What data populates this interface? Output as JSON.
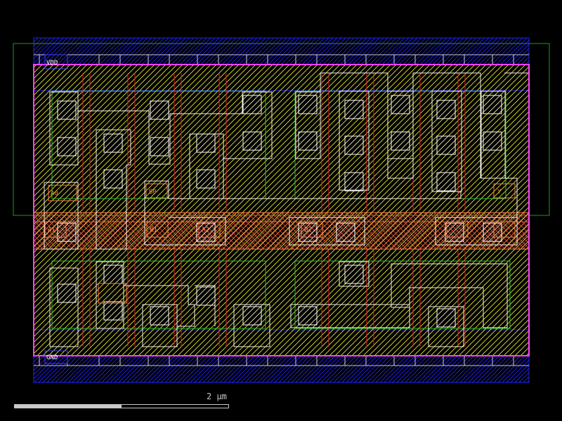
{
  "layout_view": {
    "labels": {
      "vdd": "VDD",
      "gnd": "GND",
      "pin_a0": "A0",
      "pin_a1": "A1",
      "pin_a2": "A2",
      "pin_b0": "B0",
      "pin_b1": "B1",
      "pin_b2": "B2",
      "pin_y": "Y"
    },
    "colors": {
      "background": "#000000",
      "metal1": "#ffffff",
      "poly": "#ff3030",
      "diffusion": "#30c030",
      "nwell": "#1a9c1a",
      "metal2": "#2020ff",
      "boundary": "#ff40ff",
      "contact": "#ffffff",
      "via": "#ff8040"
    }
  },
  "scale_bar": {
    "label": "2 µm",
    "fill_fraction": 0.5
  }
}
